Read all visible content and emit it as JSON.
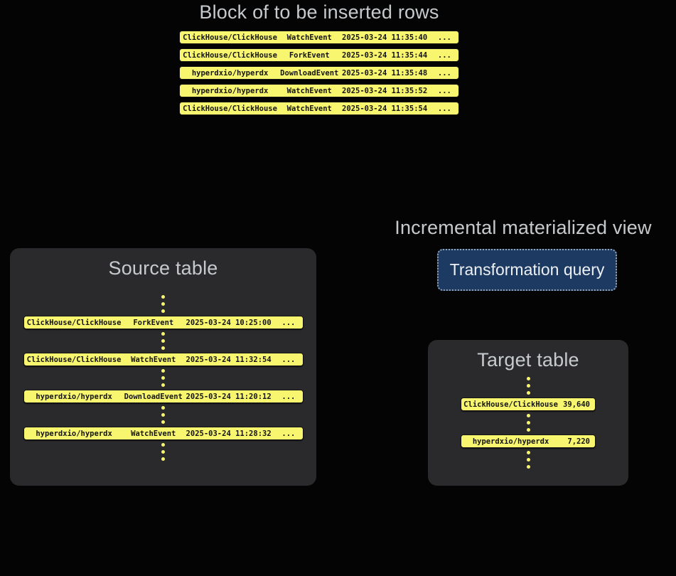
{
  "colors": {
    "background": "#040404",
    "panel": "#2a2a2c",
    "row_yellow": "#f8f56e",
    "title_gray": "#c7cacd",
    "button_bg": "#1d3a63",
    "button_border": "#93a2b5",
    "button_text": "#edf0f3",
    "row_text": "#141414"
  },
  "icons": {
    "row_continuation": "vertical-ellipsis"
  },
  "insert_block": {
    "title": "Block of to be inserted rows",
    "rows": [
      {
        "repo": "ClickHouse/ClickHouse",
        "event": "WatchEvent",
        "timestamp": "2025-03-24 11:35:40",
        "more": "..."
      },
      {
        "repo": "ClickHouse/ClickHouse",
        "event": "ForkEvent",
        "timestamp": "2025-03-24 11:35:44",
        "more": "..."
      },
      {
        "repo": "hyperdxio/hyperdx",
        "event": "DownloadEvent",
        "timestamp": "2025-03-24 11:35:48",
        "more": "..."
      },
      {
        "repo": "hyperdxio/hyperdx",
        "event": "WatchEvent",
        "timestamp": "2025-03-24 11:35:52",
        "more": "..."
      },
      {
        "repo": "ClickHouse/ClickHouse",
        "event": "WatchEvent",
        "timestamp": "2025-03-24 11:35:54",
        "more": "..."
      }
    ]
  },
  "source_table": {
    "title": "Source table",
    "rows": [
      {
        "repo": "ClickHouse/ClickHouse",
        "event": "ForkEvent",
        "timestamp": "2025-03-24 10:25:00",
        "more": "..."
      },
      {
        "repo": "ClickHouse/ClickHouse",
        "event": "WatchEvent",
        "timestamp": "2025-03-24 11:32:54",
        "more": "..."
      },
      {
        "repo": "hyperdxio/hyperdx",
        "event": "DownloadEvent",
        "timestamp": "2025-03-24 11:20:12",
        "more": "..."
      },
      {
        "repo": "hyperdxio/hyperdx",
        "event": "WatchEvent",
        "timestamp": "2025-03-24 11:28:32",
        "more": "..."
      }
    ]
  },
  "materialized_view": {
    "title": "Incremental materialized view",
    "button_label": "Transformation query"
  },
  "target_table": {
    "title": "Target table",
    "rows": [
      {
        "repo": "ClickHouse/ClickHouse",
        "count": "39,640"
      },
      {
        "repo": "hyperdxio/hyperdx",
        "count": "7,220"
      }
    ]
  }
}
